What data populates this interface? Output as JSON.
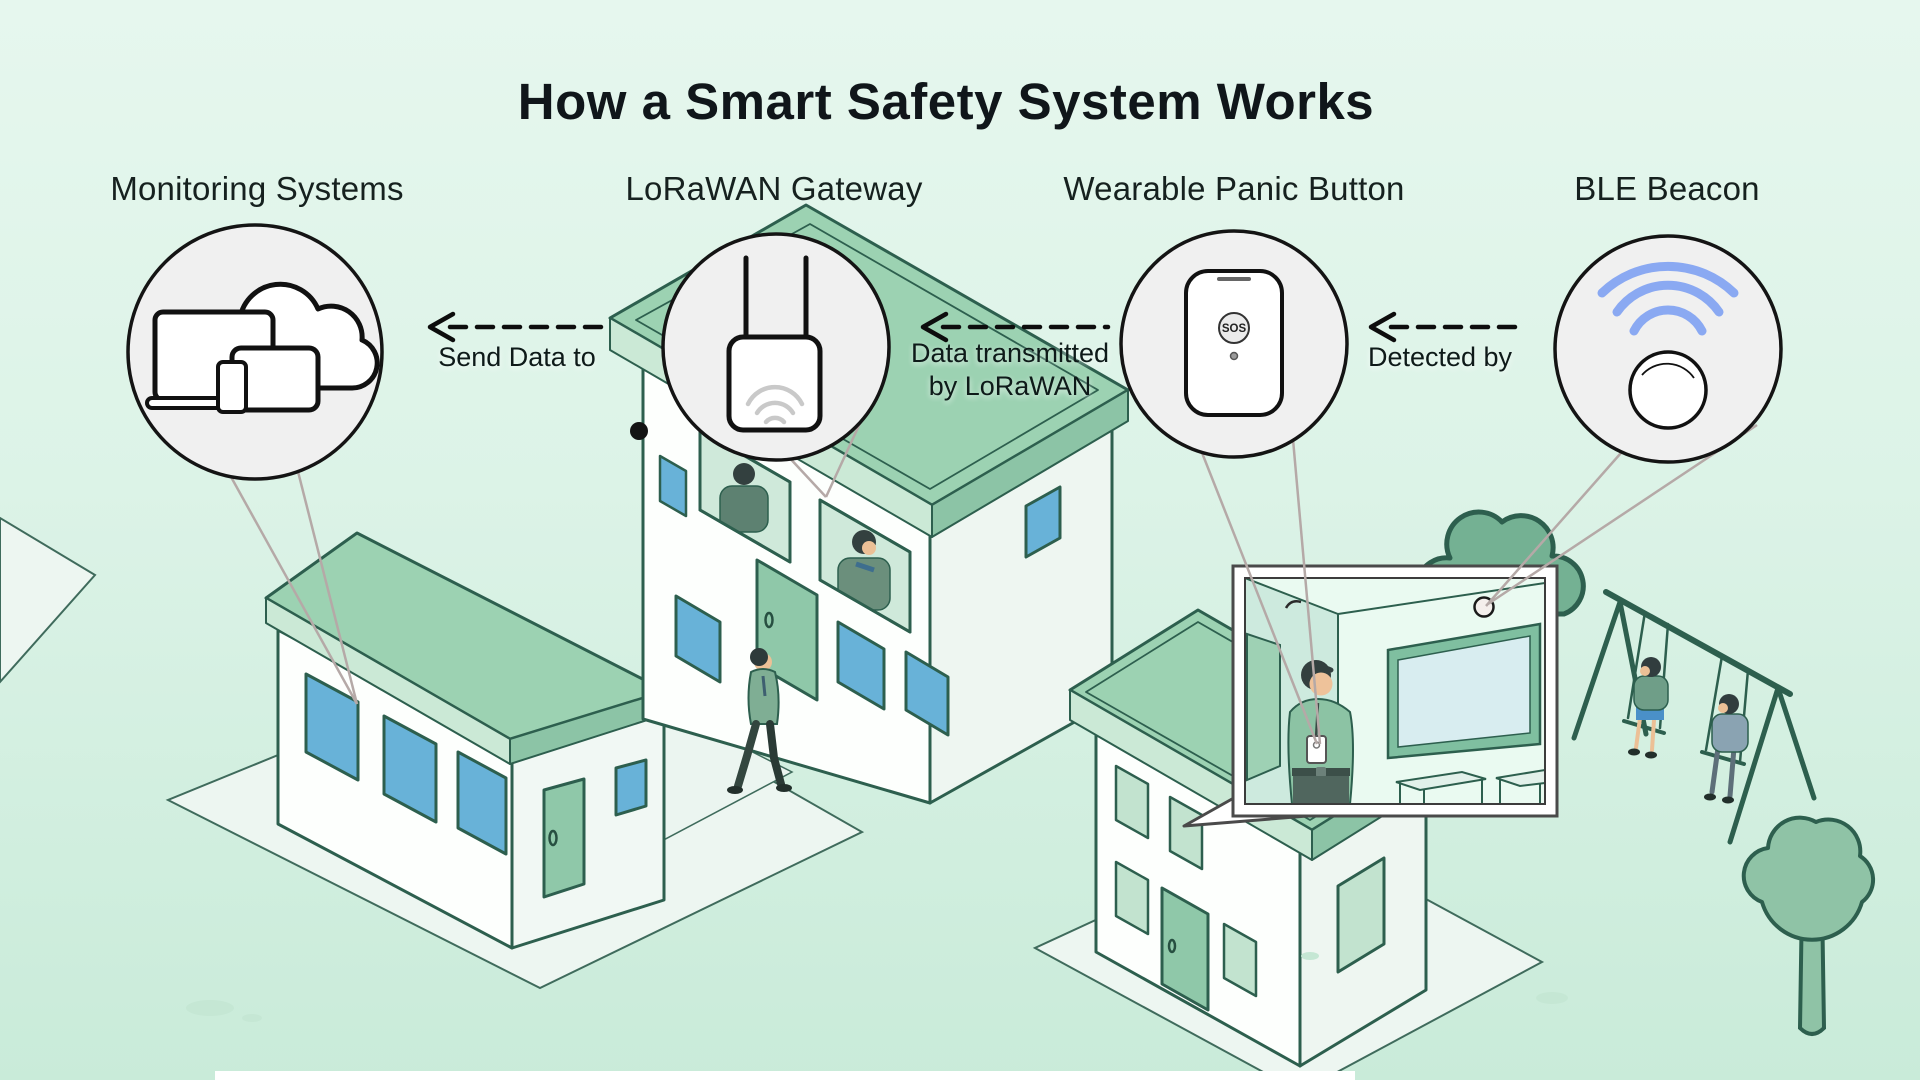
{
  "title": "How a Smart Safety System Works",
  "nodes": [
    {
      "id": "monitoring",
      "label": "Monitoring Systems",
      "icon": "devices-cloud-icon"
    },
    {
      "id": "gateway",
      "label": "LoRaWAN Gateway",
      "icon": "router-icon"
    },
    {
      "id": "panic_button",
      "label": "Wearable Panic Button",
      "icon": "sos-device-icon",
      "device_text": "SOS"
    },
    {
      "id": "ble_beacon",
      "label": "BLE Beacon",
      "icon": "ble-signal-icon"
    }
  ],
  "flows": [
    {
      "from": "gateway",
      "to": "monitoring",
      "label": "Send Data to"
    },
    {
      "from": "panic_button",
      "to": "gateway",
      "label": "Data transmitted by LoRaWAN",
      "label_line1": "Data transmitted",
      "label_line2": "by LoRaWAN"
    },
    {
      "from": "ble_beacon",
      "to": "panic_button",
      "label": "Detected by"
    }
  ],
  "colors": {
    "background_top": "#e6f7ee",
    "background_bottom": "#c9ebd9",
    "roof_green": "#9cd2b2",
    "roof_fascia_light": "#cbe9d6",
    "roof_fascia_dark": "#8cc4a6",
    "wall_white": "#fdfffd",
    "wall_shaded": "#eef6f1",
    "window_blue": "#68b2d8",
    "window_pale_green": "#c2e3cf",
    "door_green": "#8fc8a9",
    "outline_dark": "#2d5f4e",
    "circle_fill": "#f0f0f0",
    "circle_stroke": "#141414",
    "ble_arc_blue": "#8aa9f2",
    "wifi_gray": "#c9c9c9",
    "connector_gray": "#b5a9a7",
    "arrow_black": "#0d0d0d",
    "text_dark": "#10161a"
  }
}
